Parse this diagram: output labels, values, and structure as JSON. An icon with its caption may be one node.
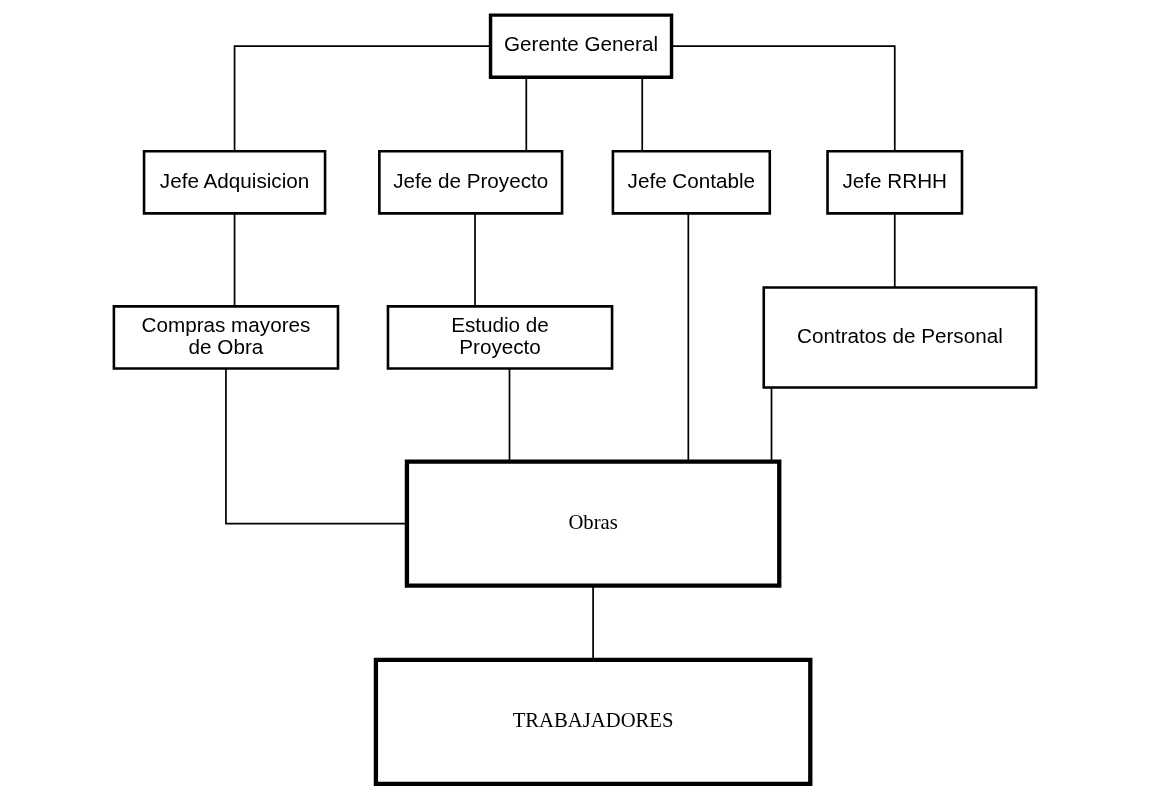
{
  "diagram": {
    "nodes": [
      {
        "text": [
          "Gerente General"
        ]
      },
      {
        "text": [
          "Jefe Adquisicion"
        ]
      },
      {
        "text": [
          "Jefe de Proyecto"
        ]
      },
      {
        "text": [
          "Jefe Contable"
        ]
      },
      {
        "text": [
          "Jefe RRHH"
        ]
      },
      {
        "text": [
          "Compras mayores de Obra"
        ]
      },
      {
        "text": [
          "Estudio de Proyecto"
        ]
      },
      {
        "text": [
          "Contratos de Personal"
        ]
      },
      {
        "text": [
          "Obras"
        ]
      },
      {
        "text": [
          "TRABAJADORES"
        ]
      }
    ],
    "edges": [
      {
        "from": 0,
        "to": 1,
        "arrow": "none"
      },
      {
        "from": 0,
        "to": 2,
        "arrow": "none"
      },
      {
        "from": 0,
        "to": 3,
        "arrow": "none"
      },
      {
        "from": 0,
        "to": 4,
        "arrow": "none"
      },
      {
        "from": 1,
        "to": 5,
        "arrow": "none"
      },
      {
        "from": 2,
        "to": 6,
        "arrow": "none"
      },
      {
        "from": 4,
        "to": 7,
        "arrow": "none"
      },
      {
        "from": 5,
        "to": 8,
        "arrow": "none"
      },
      {
        "from": 6,
        "to": 8,
        "arrow": "none"
      },
      {
        "from": 3,
        "to": 8,
        "arrow": "none"
      },
      {
        "from": 7,
        "to": 8,
        "arrow": "none"
      },
      {
        "from": 8,
        "to": 9,
        "arrow": "none"
      }
    ]
  }
}
